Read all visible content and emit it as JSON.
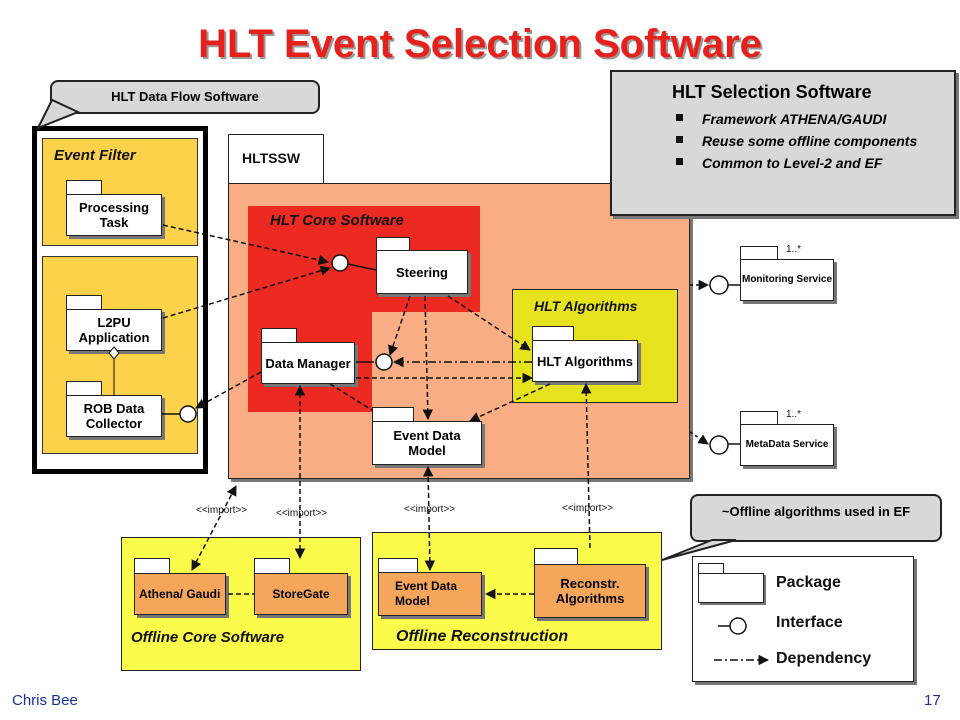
{
  "title": "HLT Event Selection Software",
  "callouts": {
    "dataflow": "HLT Data Flow Software",
    "offline_algos": "~Offline algorithms used in EF"
  },
  "selection_box": {
    "heading": "HLT Selection Software",
    "bullets": [
      "Framework ATHENA/GAUDI",
      "Reuse some offline components",
      "Common to Level-2 and EF"
    ]
  },
  "regions": {
    "event_filter": "Event Filter",
    "hltssw": "HLTSSW",
    "core_software": "HLT Core Software",
    "hlt_algorithms": "HLT Algorithms",
    "offline_core": "Offline Core Software",
    "offline_reco": "Offline Reconstruction"
  },
  "packages": {
    "processing_task": "Processing Task",
    "l2pu": "L2PU Application",
    "rob": "ROB Data Collector",
    "steering": "Steering",
    "data_manager": "Data Manager",
    "hlt_algorithms": "HLT Algorithms",
    "event_data_model": "Event Data Model",
    "monitoring": "Monitoring Service",
    "metadata": "MetaData Service",
    "athena": "Athena/ Gaudi",
    "storegate": "StoreGate",
    "offline_edm": "Event Data Model",
    "reconstr": "Reconstr. Algorithms"
  },
  "multiplicity": "1..*",
  "import_label": "<<import>>",
  "legend": {
    "package": "Package",
    "interface": "Interface",
    "dependency": "Dependency"
  },
  "footer": {
    "author": "Chris Bee",
    "page": "17"
  },
  "colors": {
    "title_red": "#e8201c",
    "hltssw_salmon": "#f9ad85",
    "core_red": "#ed2a21",
    "event_filter_yellow": "#fcd24a",
    "algorithms_yellow": "#e6e21e",
    "offline_yellow": "#fbfb4b",
    "athena_orange": "#f6a65a"
  }
}
